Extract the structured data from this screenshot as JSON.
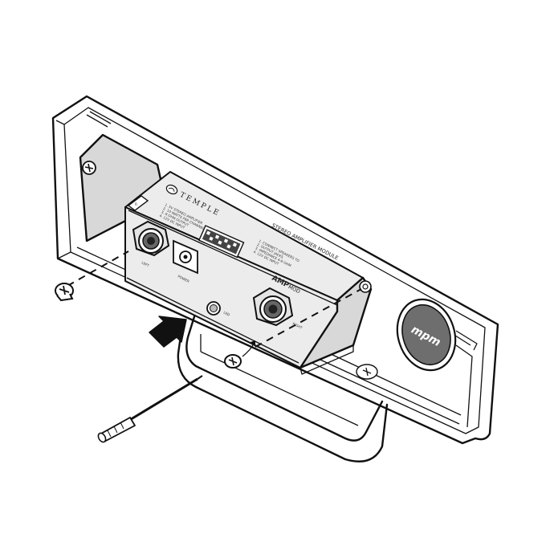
{
  "module": {
    "brand": "TEMPLE",
    "title": "STEREO AMPLIFIER MODULE",
    "product_bold": "AMP",
    "product_light": "MOD",
    "left_jack_label": "LEFT",
    "right_jack_label": "RIGHT",
    "power_label": "POWER",
    "led_label": "LED",
    "left_notes": [
      "1. 5V STEREO AMPLIFIER",
      "2. 10 WATTS PER CHANNEL",
      "3. 8 OHM OUTPUT",
      "4. 12V DC INPUT"
    ],
    "right_notes": [
      "1. CONNECT SPEAKERS TO",
      "2. OUTPUT JACKS",
      "3. IMPEDANCE 4-8 OHM",
      "4. 12V DC INPUT"
    ]
  },
  "panel": {
    "logo_text": "mpm"
  },
  "colors": {
    "line": "#111111",
    "fill_gray": "#d8d8d8",
    "fill_light": "#ececec",
    "logo_dark": "#6e6e6e"
  },
  "icons": [
    "screw-icon",
    "screwdriver-icon",
    "insert-arrow-icon"
  ]
}
